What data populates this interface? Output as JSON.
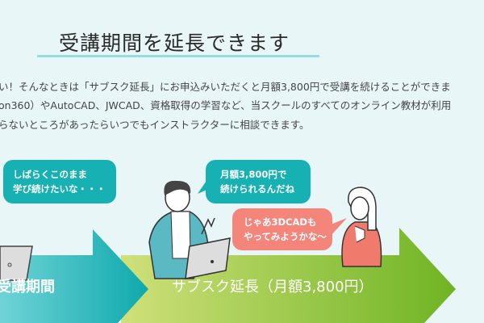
{
  "title": "受講期間を延長できます",
  "paragraph": [
    "い！そんなときは「サブスク延長」にお申込みいただくと月額3,800円で受講を続けることができま",
    "on360）やAutoCAD、JWCAD、資格取得の学習など、当スクールのすべてのオンライン教材が利用",
    "らないところがあったらいつでもインストラクターに相談できます。"
  ],
  "bubbles": {
    "left": [
      "しばらくこのまま",
      "学び続けたいな・・・"
    ],
    "man": [
      "月額3,800円で",
      "続けられるんだね"
    ],
    "woman": [
      "じゃあ3DCADも",
      "やってみようかな〜"
    ]
  },
  "arrows": {
    "current": "受講期間",
    "extension": "サブスク延長（月額3,800円）"
  },
  "colors": {
    "teal": "#17b1b3",
    "green": "#7dbb2a",
    "pink": "#f4857a",
    "underline": "#94dde6"
  }
}
